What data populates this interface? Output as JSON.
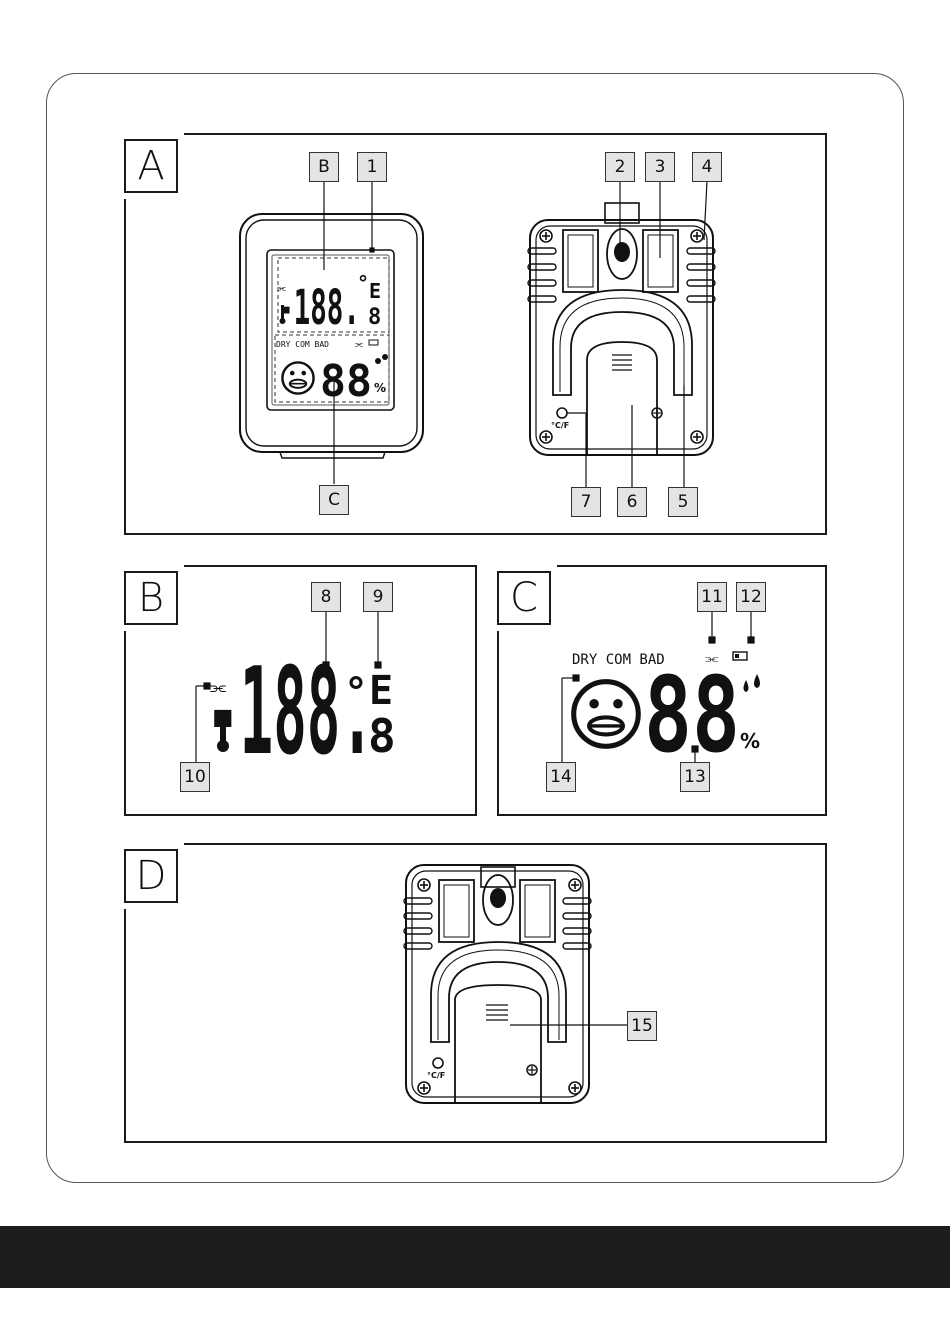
{
  "panels": {
    "a": {
      "letter": "A"
    },
    "b": {
      "letter": "B"
    },
    "c": {
      "letter": "C"
    },
    "d": {
      "letter": "D"
    }
  },
  "callouts": {
    "b_ref": "B",
    "c_ref": "C",
    "n1": "1",
    "n2": "2",
    "n3": "3",
    "n4": "4",
    "n5": "5",
    "n6": "6",
    "n7": "7",
    "n8": "8",
    "n9": "9",
    "n10": "10",
    "n11": "11",
    "n12": "12",
    "n13": "13",
    "n14": "14",
    "n15": "15"
  },
  "display": {
    "temperature": "-188.8",
    "humidity": "88",
    "degree_symbol": "°",
    "percent_symbol": "%",
    "comfort_labels": "DRY COM BAD",
    "unit_button_label": "°C/F"
  },
  "colors": {
    "ink": "#111111",
    "callout_fill": "#e4e4e4",
    "footer": "#1d1d1d"
  },
  "icons": [
    "thermometer-icon",
    "battery-icon",
    "signal-icon",
    "droplet-icon",
    "smiley-icon",
    "screw-icon",
    "keyhole-icon"
  ]
}
